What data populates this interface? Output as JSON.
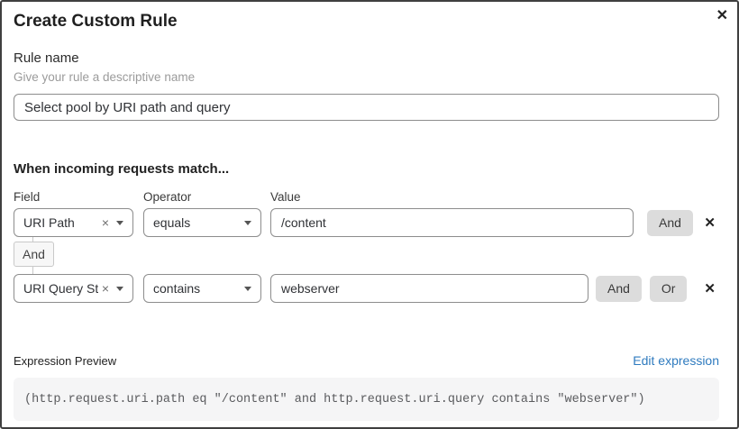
{
  "dialog": {
    "title": "Create Custom Rule"
  },
  "icons": {
    "close": "✕",
    "remove": "✕",
    "clear": "×"
  },
  "rule_name": {
    "label": "Rule name",
    "helper": "Give your rule a descriptive name",
    "value": "Select pool by URI path and query"
  },
  "match": {
    "heading": "When incoming requests match...",
    "columns": {
      "field": "Field",
      "operator": "Operator",
      "value": "Value"
    },
    "connector": "And",
    "rows": [
      {
        "field": "URI Path",
        "operator": "equals",
        "value": "/content",
        "and_label": "And"
      },
      {
        "field": "URI Query St...",
        "operator": "contains",
        "value": "webserver",
        "and_label": "And",
        "or_label": "Or"
      }
    ]
  },
  "preview": {
    "label": "Expression Preview",
    "edit_link": "Edit expression",
    "expression": "(http.request.uri.path eq \"/content\" and http.request.uri.query contains \"webserver\")"
  },
  "colors": {
    "link_blue": "#2f7bbf",
    "button_gray": "#dcdcdc",
    "code_bg": "#f5f5f6",
    "border_gray": "#8d8d8d"
  }
}
